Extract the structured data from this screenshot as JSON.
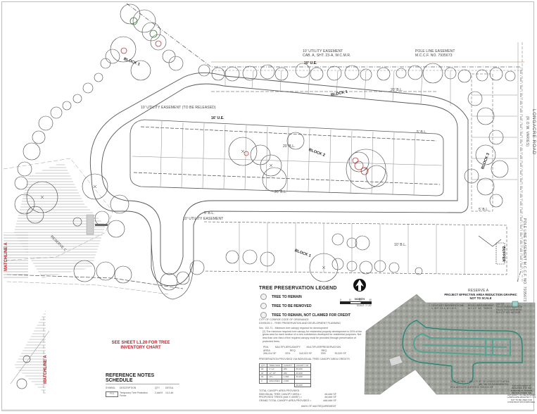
{
  "sheet": {
    "type": "Tree Preservation Site Plan",
    "street_labels": {
      "longacre_road": "LONGACRE ROAD",
      "longacre_road_sub": "(R.O.W. VARIES)"
    },
    "easements": {
      "utility_top": "10' UTILITY EASEMENT",
      "utility_top_ref": "CAB. A, SHT. 23-A, W.C.M.R.",
      "pole_line_top": "POLE LINE EASEMENT",
      "pole_line_top_ref": "M.C.C.F. NO. 7935673",
      "pole_line_right": "POLE LINE EASEMENT",
      "pole_line_right_ref": "M.C.C.F. NO. 7935673",
      "utility_internal": "10' UTILITY EASEMENT",
      "utility_internal_note": "(TO BE RELEASED)",
      "utility_lower": "10' UTILITY EASEMENT",
      "ue_10": "10' U.E.",
      "ue_16": "16' U.E."
    },
    "setbacks": [
      "20' B.L.",
      "5' B.L.",
      "10' B.L.",
      "25' B.L.",
      "5' B.L.",
      "15' B.L."
    ],
    "blocks": [
      "BLOCK 1",
      "BLOCK 2",
      "BLOCK 3",
      "BLOCK 1"
    ],
    "reserves": [
      "RESERVE A",
      "RESERVE C"
    ],
    "ref_tag": "F.01",
    "matchline": "MATCHLINE A",
    "buffer_label": "BUFFER"
  },
  "legend": {
    "title": "TREE PRESERVATION LEGEND",
    "items": [
      {
        "label": "TREE TO REMAIN"
      },
      {
        "label": "TREE TO BE REMOVED"
      },
      {
        "label": "TREE TO REMAIN, NOT CLAIMED FOR CREDIT"
      }
    ]
  },
  "north_arrow": {
    "label": "NORTH",
    "scale_ticks": [
      "0",
      "10",
      "20",
      "40"
    ],
    "scale_note": "SCALE: 1\"=20'"
  },
  "ordinance": {
    "line1": "CITY OF CONROE CODE OF ORDINANCE",
    "line2": "DIVISION 2 - TREE PRESERVATION AND DEVELOPMENT PLANNING",
    "section": "Sec. 102-71 - Minimum tree canopy required for development",
    "para": "(2) The minimum required tree canopy for residential property development is 20% of the gross area for each section of a new subdivision developed for residential purposes. Not less than one-third of the required canopy must be provided through preservation of protected trees.",
    "calc_headers": [
      "PDA AREA",
      "MULTIPLIER",
      "CANOPY REQ.",
      "MULTIPLIER",
      "PRESERVATION REQ."
    ],
    "calc_values": [
      "396,414 SF",
      "20%",
      "118,923 SF",
      "33%",
      "39,529 SF"
    ],
    "credits_title": "PRESERVATION PROVIDED VIA INDIVIDUAL TREE CANOPY AREA CREDITS",
    "credits_headers": [
      "QTY",
      "TREE SIZE",
      "CANOPY",
      "CANOPY CR."
    ],
    "credits_rows": [
      [
        "##",
        "6\"-12\"",
        "###",
        "##,###"
      ],
      [
        "##",
        "12\"-18\"",
        "###",
        "##,###"
      ],
      [
        "##",
        "18\"+",
        "1,###",
        "##,###"
      ],
      [
        "#",
        "SPECIMEN",
        "2,###",
        ""
      ]
    ],
    "credits_total": "##,###",
    "totals_title": "TOTAL CANOPY AREA PROVIDED",
    "totals": [
      {
        "label": "INDIVIDUAL TREE CANOPY AREA =",
        "value": "##,### SF"
      },
      {
        "label": "PROPOSED TREES (### X 400SF) =",
        "value": "##,### SF"
      },
      {
        "label": "GRAND TOTAL CANOPY AREA PROVIDED =",
        "value": "###,### SF"
      }
    ],
    "pct_note": "###% OF ### REQUIREMENT"
  },
  "see_sheet": "SEE SHEET L1.20 FOR TREE INVENTORY CHART",
  "reference_notes": {
    "title": "REFERENCE NOTES SCHEDULE",
    "headers": [
      "SYMBOL",
      "DESCRIPTION",
      "QTY",
      "DETAIL"
    ],
    "rows": [
      {
        "symbol": "F.01",
        "description": "Temporary Tree Protection Fence",
        "qty": "2,### lf",
        "detail": "1/L1.##"
      }
    ]
  },
  "area_graphic": {
    "title": "PROJECT EFFECTIVE AREA REDUCTION GRAPHIC",
    "subtitle": "NOT TO SCALE",
    "callouts": [
      "10' UTILITY EASEMENT CAB. A, SHT. 23-A, W.C.M.R.",
      "POLE LINE EASEMENT M.C.C.F. NO. 7935673",
      "100' ST. TELECOMMUNICATION FACILITIES EASEMENT M.C.C.F. NO. 8672038"
    ],
    "acreage_line1": "11.07 ACRES = 482,178 SF OF GROSS SITE AREA",
    "acreage_line2": "(85,764 SF EASEMENTS)",
    "acreage_line3": "PDA AREA REQUESTED: 396,414 SF",
    "ue_label": "10' U.E."
  },
  "disclaimer": "THIS DOCUMENT IS RELEASED FOR THE PURPOSE OF INTERIM REVIEW UNDER THE AUTHORITY OF REGISTERED LANDSCAPE ARCHITECT. IT IS NOT TO BE USED FOR CONSTRUCTION PURPOSES.",
  "colors": {
    "line": "#555555",
    "red_label": "#c0202a",
    "tree_red": "#b04040",
    "tree_green": "#3a7a3a",
    "aerial": "#9a9d94",
    "aerial_road": "#5aa394"
  }
}
